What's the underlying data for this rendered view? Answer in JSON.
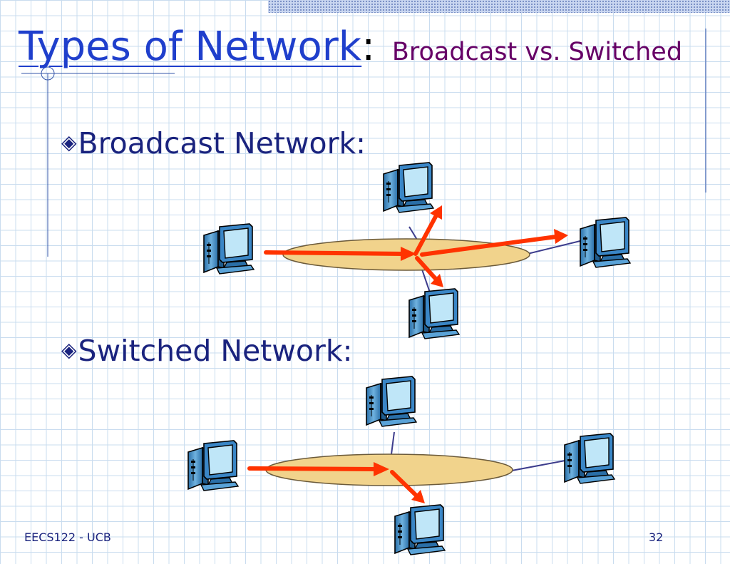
{
  "slide": {
    "title_main": "Types of Network",
    "title_colon": ":",
    "title_sub": "Broadcast vs. Switched",
    "bullets": [
      {
        "label": "Broadcast Network:"
      },
      {
        "label": "Switched Network:"
      }
    ],
    "footer_left": "EECS122 - UCB",
    "page_number": "32"
  },
  "icons": {
    "bullet": "diamond-bullet-icon",
    "computer": "desktop-computer-icon"
  },
  "colors": {
    "title": "#1f3fcc",
    "subtitle": "#660066",
    "body_text": "#1a237e",
    "network_fill": "#f1d38c",
    "arrow": "#ff3300",
    "link": "#3c3c8c"
  }
}
